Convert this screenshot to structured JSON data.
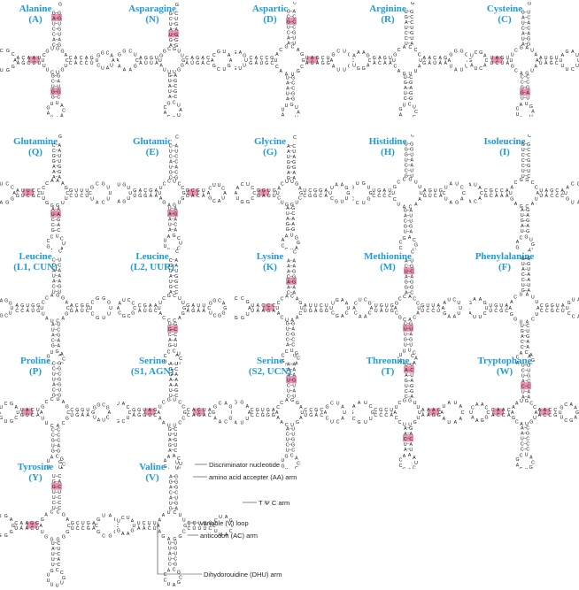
{
  "figure": {
    "highlight_color": "#e87fa6",
    "title_color": "#1e9bd7",
    "trnas": [
      {
        "name": "Alanine",
        "code": "(A)",
        "mismatch_arms": [
          "acceptor",
          "dhu",
          "anticodon"
        ]
      },
      {
        "name": "Asparagine",
        "code": "(N)",
        "mismatch_arms": [
          "acceptor"
        ]
      },
      {
        "name": "Aspartic",
        "code": "(D)",
        "mismatch_arms": [
          "acceptor",
          "tpsic"
        ]
      },
      {
        "name": "Arginine",
        "code": "(R)",
        "mismatch_arms": []
      },
      {
        "name": "Cysteine",
        "code": "(C)",
        "mismatch_arms": [
          "dhu",
          "anticodon"
        ]
      },
      {
        "name": "Glutamine",
        "code": "(Q)",
        "mismatch_arms": [
          "dhu",
          "anticodon"
        ]
      },
      {
        "name": "Glutamic",
        "code": "(E)",
        "mismatch_arms": [
          "tpsic",
          "anticodon"
        ]
      },
      {
        "name": "Glycine",
        "code": "(G)",
        "mismatch_arms": [
          "dhu"
        ]
      },
      {
        "name": "Histidine",
        "code": "(H)",
        "mismatch_arms": []
      },
      {
        "name": "Isoleucine",
        "code": "(I)",
        "mismatch_arms": []
      },
      {
        "name": "Leucine",
        "code": "(L1, CUN)",
        "mismatch_arms": []
      },
      {
        "name": "Leucine",
        "code": "(L2, UUR)",
        "mismatch_arms": [
          "anticodon"
        ]
      },
      {
        "name": "Lysine",
        "code": "(K)",
        "mismatch_arms": [
          "acceptor",
          "dhu"
        ]
      },
      {
        "name": "Methionine",
        "code": "(M)",
        "mismatch_arms": [
          "acceptor",
          "anticodon"
        ]
      },
      {
        "name": "Phenylalanine",
        "code": "(F)",
        "mismatch_arms": []
      },
      {
        "name": "Proline",
        "code": "(P)",
        "mismatch_arms": [
          "dhu"
        ]
      },
      {
        "name": "Serine",
        "code": "(S1, AGN)",
        "mismatch_arms": [
          "dhu",
          "tpsic"
        ]
      },
      {
        "name": "Serine",
        "code": "(S2, UCN)",
        "mismatch_arms": [
          "acceptor"
        ]
      },
      {
        "name": "Threonine",
        "code": "(T)",
        "mismatch_arms": [
          "acceptor",
          "tpsic",
          "anticodon"
        ]
      },
      {
        "name": "Tryptophane",
        "code": "(W)",
        "mismatch_arms": [
          "acceptor",
          "tpsic",
          "dhu"
        ]
      },
      {
        "name": "Tyrosine",
        "code": "(Y)",
        "mismatch_arms": [
          "acceptor",
          "dhu"
        ]
      },
      {
        "name": "Valine",
        "code": "(V)",
        "mismatch_arms": []
      }
    ],
    "legend": {
      "discriminator": "Discriminator nucleotide",
      "acceptor": "amino acid accepter (AA) arm",
      "tpsic": "T Ψ C arm",
      "variable": "variable (V) loop",
      "anticodon": "anticodon (AC) arm",
      "dhu": "Dihydorouidine (DHU) arm"
    }
  }
}
